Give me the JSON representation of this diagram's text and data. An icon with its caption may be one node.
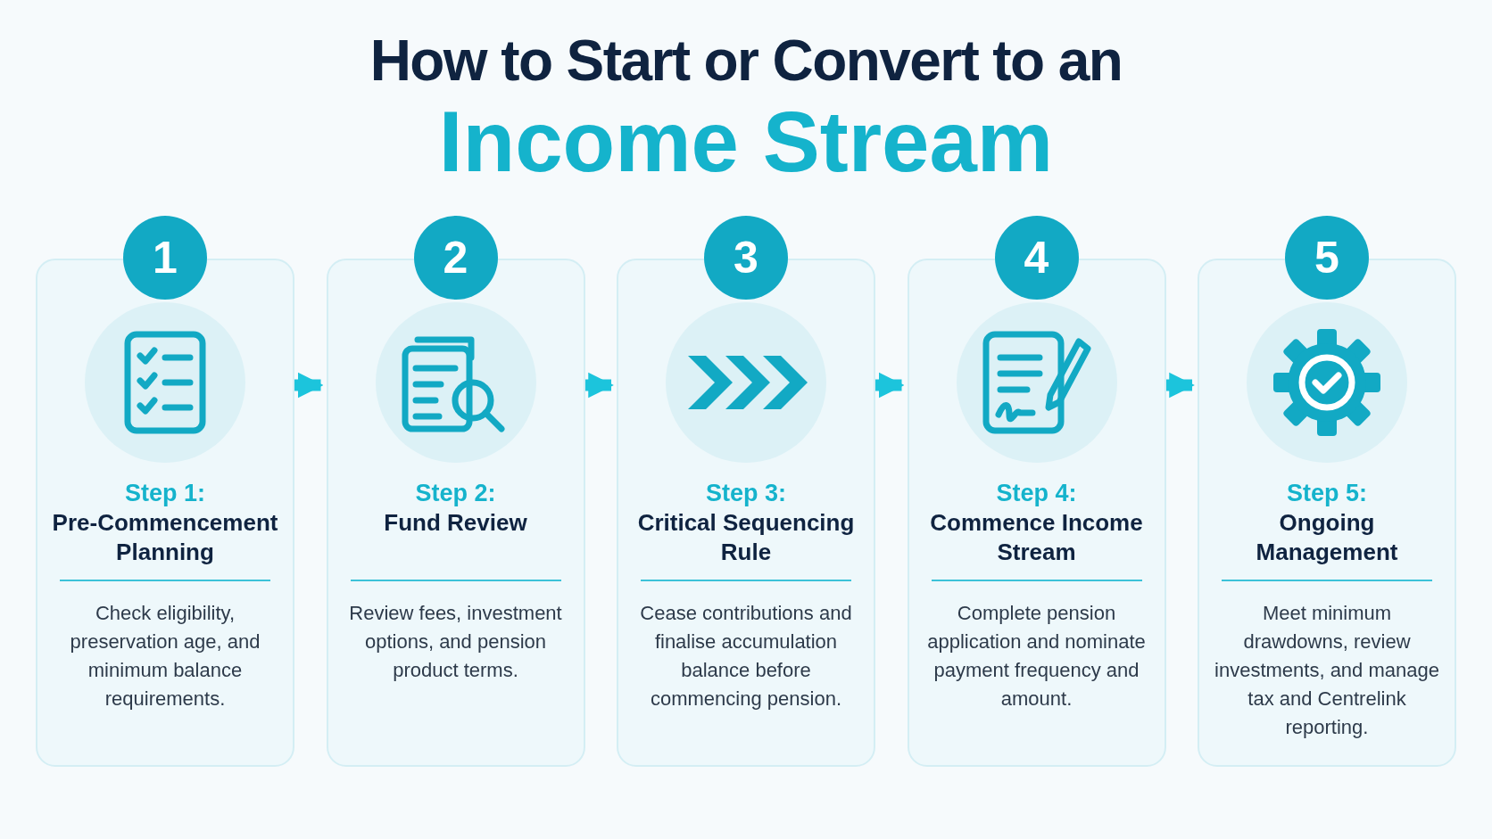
{
  "diagram": {
    "title": "How to Start or Convert to an",
    "labels": [
      "Income Stream"
    ],
    "nodes": [
      {
        "text": [
          "1",
          "Step 1:",
          "Pre-Commencement Planning",
          "Check eligibility, preservation age, and minimum balance requirements."
        ]
      },
      {
        "text": [
          "2",
          "Step 2:",
          "Fund Review",
          "Review fees, investment options, and pension product terms."
        ]
      },
      {
        "text": [
          "3",
          "Step 3:",
          "Critical Sequencing Rule",
          "Cease contributions and finalise accumulation balance before commencing pension."
        ]
      },
      {
        "text": [
          "4",
          "Step 4:",
          "Commence Income Stream",
          "Complete pension application and nominate payment frequency and amount."
        ]
      },
      {
        "text": [
          "5",
          "Step 5:",
          "Ongoing Management",
          "Meet minimum drawdowns, review investments, and manage tax and Centrelink reporting."
        ]
      }
    ],
    "edges": [
      {
        "from": 0,
        "to": 1,
        "arrow": "to"
      },
      {
        "from": 1,
        "to": 2,
        "arrow": "to"
      },
      {
        "from": 2,
        "to": 3,
        "arrow": "to"
      },
      {
        "from": 3,
        "to": 4,
        "arrow": "to"
      }
    ]
  }
}
